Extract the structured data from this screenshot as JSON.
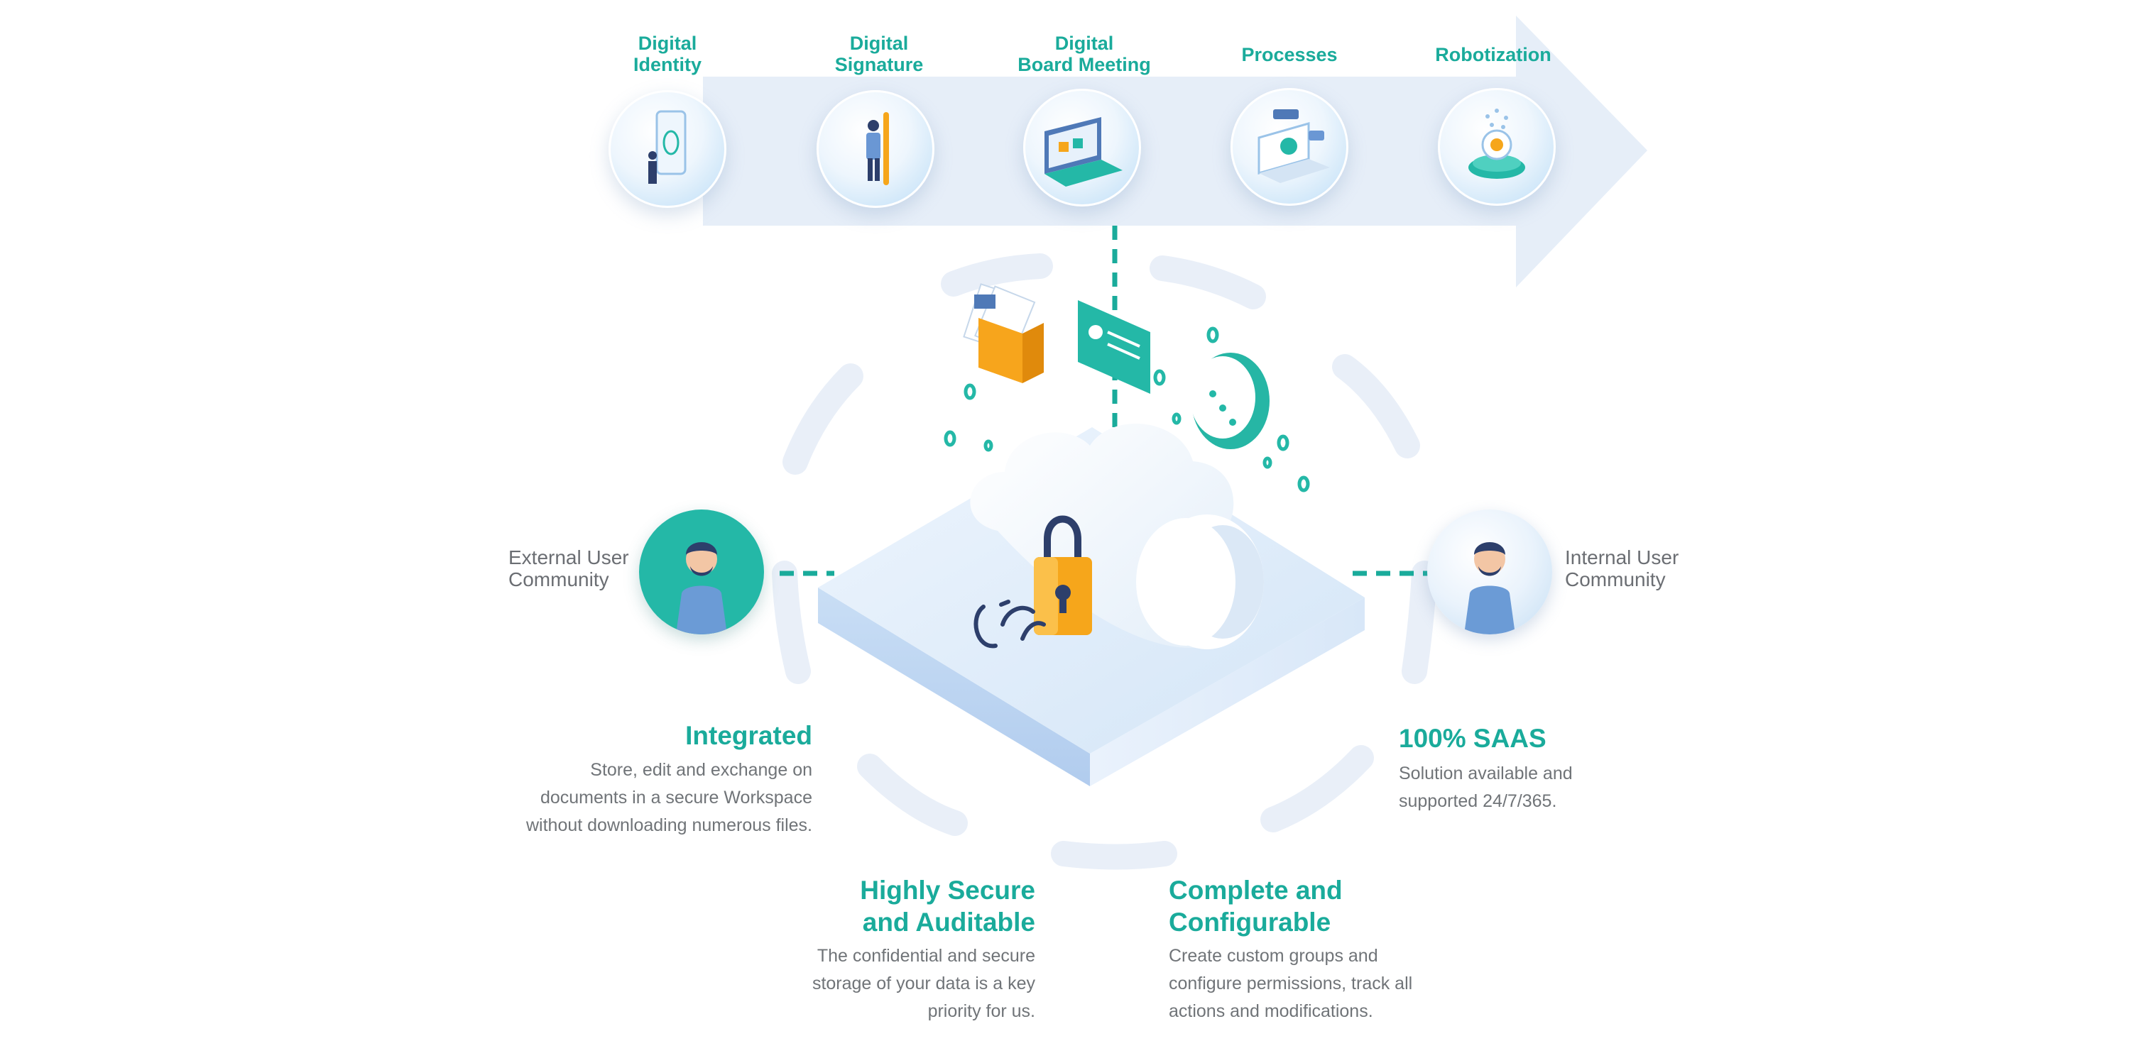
{
  "process": {
    "steps": [
      {
        "label": "Digital\nIdentity",
        "icon": "digital-identity-icon"
      },
      {
        "label": "Digital\nSignature",
        "icon": "digital-signature-icon"
      },
      {
        "label": "Digital\nBoard Meeting",
        "icon": "board-meeting-icon"
      },
      {
        "label": "Processes",
        "icon": "processes-icon"
      },
      {
        "label": "Robotization",
        "icon": "robotization-icon"
      }
    ]
  },
  "users": {
    "external": {
      "label": "External User\nCommunity"
    },
    "internal": {
      "label": "Internal User\nCommunity"
    }
  },
  "features": {
    "integrated": {
      "title": "Integrated",
      "description": "Store, edit and exchange on\ndocuments in a secure Workspace\nwithout downloading numerous files."
    },
    "saas": {
      "title": "100% SAAS",
      "description": "Solution available and\nsupported 24/7/365."
    },
    "secure": {
      "title": "Highly Secure\nand Auditable",
      "description": "The confidential and secure\nstorage of your data is a key\npriority for us."
    },
    "configurable": {
      "title": "Complete and\nConfigurable",
      "description": "Create custom groups and\nconfigure permissions, track all\nactions and modifications."
    }
  },
  "colors": {
    "accent_teal": "#1aab9b",
    "arrow_band": "#e6eef8",
    "ring": "#e9eff8",
    "platform": "#dbe9f8",
    "lock": "#f6a61b",
    "folder": "#f7a51c",
    "text_gray": "#707478"
  }
}
